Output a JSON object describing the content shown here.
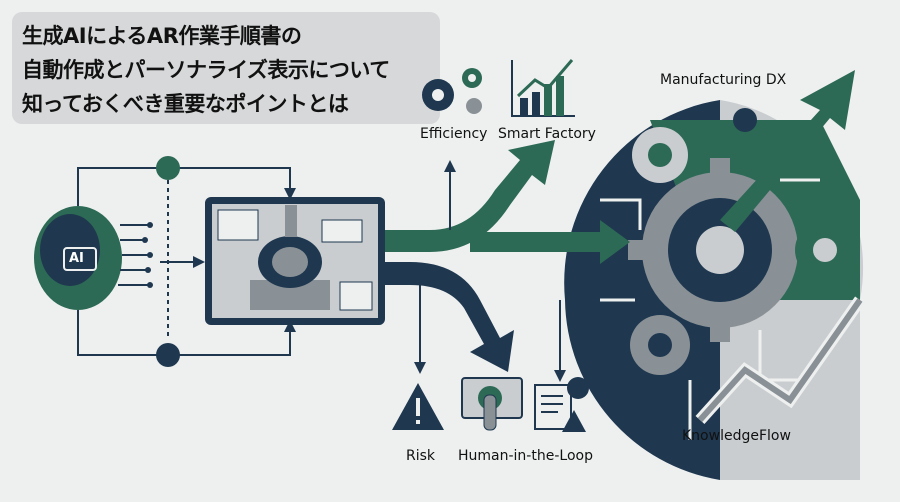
{
  "title": {
    "lines": [
      "生成AIによるAR作業手順書の",
      "自動作成とパーソナライズ表示について",
      "知っておくべき重要なポイントとは"
    ]
  },
  "labels": {
    "efficiency": "Efficiency",
    "smart_factory": "Smart Factory",
    "manufacturing_dx": "Manufacturing DX",
    "risk": "Risk",
    "human_in_the_loop": "Human-in-the-Loop",
    "knowledge_flow": "KnowledgeFlow",
    "ai_badge": "AI"
  },
  "icons": [
    "brain-icon",
    "gears-icon",
    "rising-chart-icon",
    "machine-screen-icon",
    "warning-icon",
    "touch-screen-icon",
    "document-question-icon",
    "big-gear-icon"
  ],
  "colors": {
    "navy": "#1f3850",
    "green": "#2d6a55",
    "gray": "#8a9196",
    "light": "#c9cdd0"
  }
}
